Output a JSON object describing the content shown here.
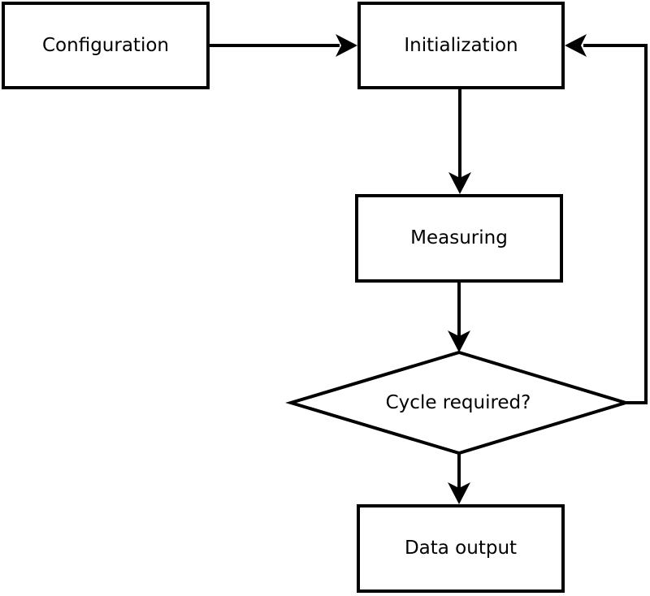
{
  "colors": {
    "stroke": "#000000",
    "node_fill": "#ffffff",
    "background": "#ffffff"
  },
  "nodes": {
    "configuration": {
      "label": "Configuration",
      "shape": "rectangle"
    },
    "initialization": {
      "label": "Initialization",
      "shape": "rectangle"
    },
    "measuring": {
      "label": "Measuring",
      "shape": "rectangle"
    },
    "decision": {
      "label": "Cycle required?",
      "shape": "diamond"
    },
    "data_output": {
      "label": "Data output",
      "shape": "rectangle"
    }
  },
  "edges": [
    {
      "from": "configuration",
      "to": "initialization"
    },
    {
      "from": "initialization",
      "to": "measuring"
    },
    {
      "from": "measuring",
      "to": "decision"
    },
    {
      "from": "decision",
      "to": "data_output"
    },
    {
      "from": "decision",
      "to": "initialization"
    }
  ]
}
